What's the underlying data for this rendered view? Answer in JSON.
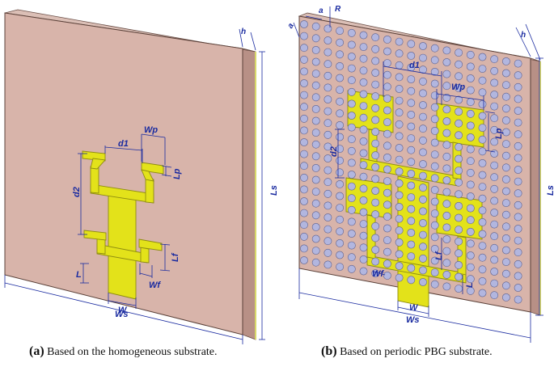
{
  "panel_a": {
    "labels": {
      "Wp": "Wp",
      "d1": "d1",
      "d2": "d2",
      "Lp": "Lp",
      "Lf": "Lf",
      "L": "L",
      "Wf": "Wf",
      "W": "W",
      "Ws": "Ws",
      "Ls": "Ls",
      "h": "h"
    },
    "caption_letter": "(a)",
    "caption_text": "Based on the homogeneous substrate."
  },
  "panel_b": {
    "labels": {
      "a": "a",
      "R": "R",
      "h": "h",
      "d1": "d1",
      "Wp": "Wp",
      "d2": "d2",
      "Lp": "Lp",
      "Lf": "Lf",
      "Wf": "Wf",
      "L": "L",
      "W": "W",
      "Ws": "Ws",
      "Ls": "Ls"
    },
    "caption_letter": "(b)",
    "caption_text": "Based on periodic PBG substrate."
  },
  "colors": {
    "substrate": "#d8b4aa",
    "substrate_side": "#b89086",
    "substrate_edge": "#d7d76a",
    "patch": "#e3e21a",
    "patch_edge": "#8e8c10",
    "hole_fill": "#b2b6df",
    "hole_stroke": "#5c6191",
    "dimension": "#1a2ba0"
  }
}
